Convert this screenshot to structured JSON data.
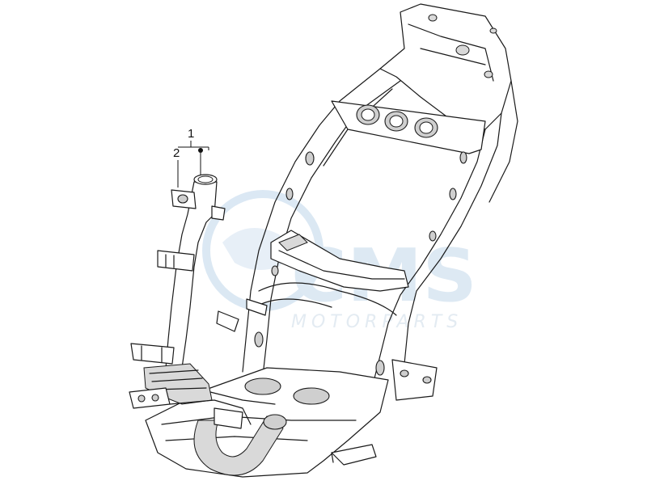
{
  "callouts": [
    {
      "number": "1"
    },
    {
      "number": "2"
    }
  ],
  "watermark": {
    "brand": "CMS",
    "tagline": "MOTORPARTS",
    "color": "#cfe0f0"
  },
  "colors": {
    "line": "#1a1a1a",
    "shade": "#d9d9d9",
    "background": "#ffffff"
  }
}
